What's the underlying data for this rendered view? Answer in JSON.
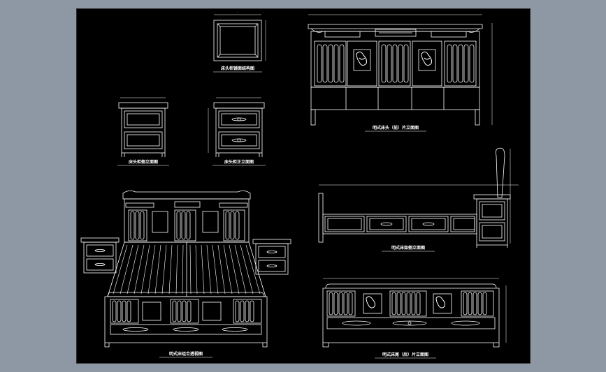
{
  "colors": {
    "background": "#8e97a4",
    "canvas": "#000000",
    "line": "#ffffff"
  },
  "views": {
    "mirror_frame": {
      "caption": "床头柜镜面结构图"
    },
    "nightstand_side": {
      "caption": "床头柜侧立面图"
    },
    "nightstand_front": {
      "caption": "床头柜正立面图"
    },
    "headboard_front": {
      "caption": "明式床头（前）片立面图"
    },
    "bed_side": {
      "caption": "明式床架侧立面图"
    },
    "bed_perspective": {
      "caption": "明式床组合透视图"
    },
    "footboard_front": {
      "caption": "明式床尾（后）片立面图"
    }
  }
}
